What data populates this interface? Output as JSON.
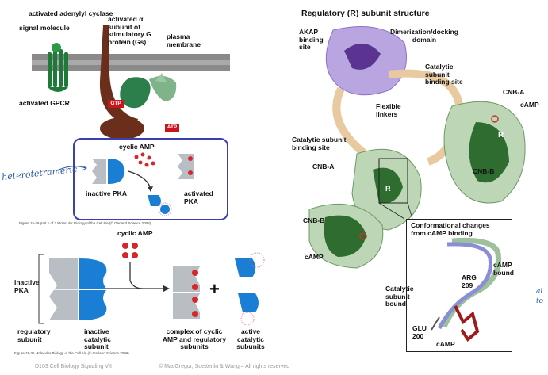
{
  "left_top": {
    "activated_adenylyl_cyclase": "activated adenylyl cyclase",
    "signal_molecule": "signal molecule",
    "activated_alpha_subunit": "activated α subunit of stimulatory G protein (Gs)",
    "plasma_membrane": "plasma membrane",
    "activated_gpcr": "activated GPCR",
    "gtp": "GTP",
    "atp": "ATP",
    "cyclic_amp": "cyclic AMP",
    "inactive_pka": "inactive PKA",
    "activated_pka": "activated PKA",
    "handwritten_note": "heterotetrameric",
    "caption": "Figure 15-26 part 1 of 2 Molecular Biology of the Cell 5/e (© Garland Science 2008)"
  },
  "left_bottom": {
    "cyclic_amp": "cyclic AMP",
    "inactive_pka": "inactive PKA",
    "regulatory_subunit": "regulatory subunit",
    "inactive_catalytic_subunit": "inactive catalytic subunit",
    "complex_label": "complex of cyclic AMP and regulatory subunits",
    "active_catalytic_subunits": "active catalytic subunits",
    "plus": "+",
    "caption": "Figure 15-35 Molecular Biology of the Cell 5/e (© Garland Science 2008)"
  },
  "right": {
    "title": "Regulatory (R) subunit structure",
    "akap": "AKAP binding site",
    "dimerization": "Dimerization/docking domain",
    "catalytic_site_top": "Catalytic subunit binding site",
    "flexible_linkers": "Flexible linkers",
    "cnb_a_right": "CNB-A",
    "camp_right": "cAMP",
    "catalytic_site_left": "Catalytic subunit binding site",
    "cnb_a_left": "CNB-A",
    "cnb_b_right": "CNB-B",
    "r_right": "R",
    "r_left": "R",
    "cnb_b_left": "CNB-B",
    "camp_left": "cAMP",
    "conformational": "Conformational changes from cAMP binding",
    "camp_bound": "cAMP bound",
    "arg": "ARG 209",
    "catalytic_bound": "Catalytic subunit bound",
    "glu": "GLU 200",
    "camp_inset": "cAMP",
    "handwritten_right": "al to"
  },
  "footer": {
    "course": "D103 Cell Biology Signaling VII",
    "copyright": "© MacGregor, Suetterlin & Wang – All rights reserved"
  },
  "colors": {
    "membrane": "#7b7b7b",
    "receptor": "#1f7a3a",
    "cyclase": "#6b2e1a",
    "gprotein": "#2c7f4a",
    "pka_catalytic": "#1a7fd4",
    "camp": "#d7262b",
    "regulatory_gray": "#b8bec4",
    "box_border": "#3b3fb0",
    "protein_purple": "#8d70c8",
    "protein_green": "#4e8a4c",
    "linker_tan": "#e8c9a0",
    "inset_green": "#9dc19a",
    "inset_blue": "#8a8ed6",
    "ligand_red": "#9e1b1b"
  }
}
